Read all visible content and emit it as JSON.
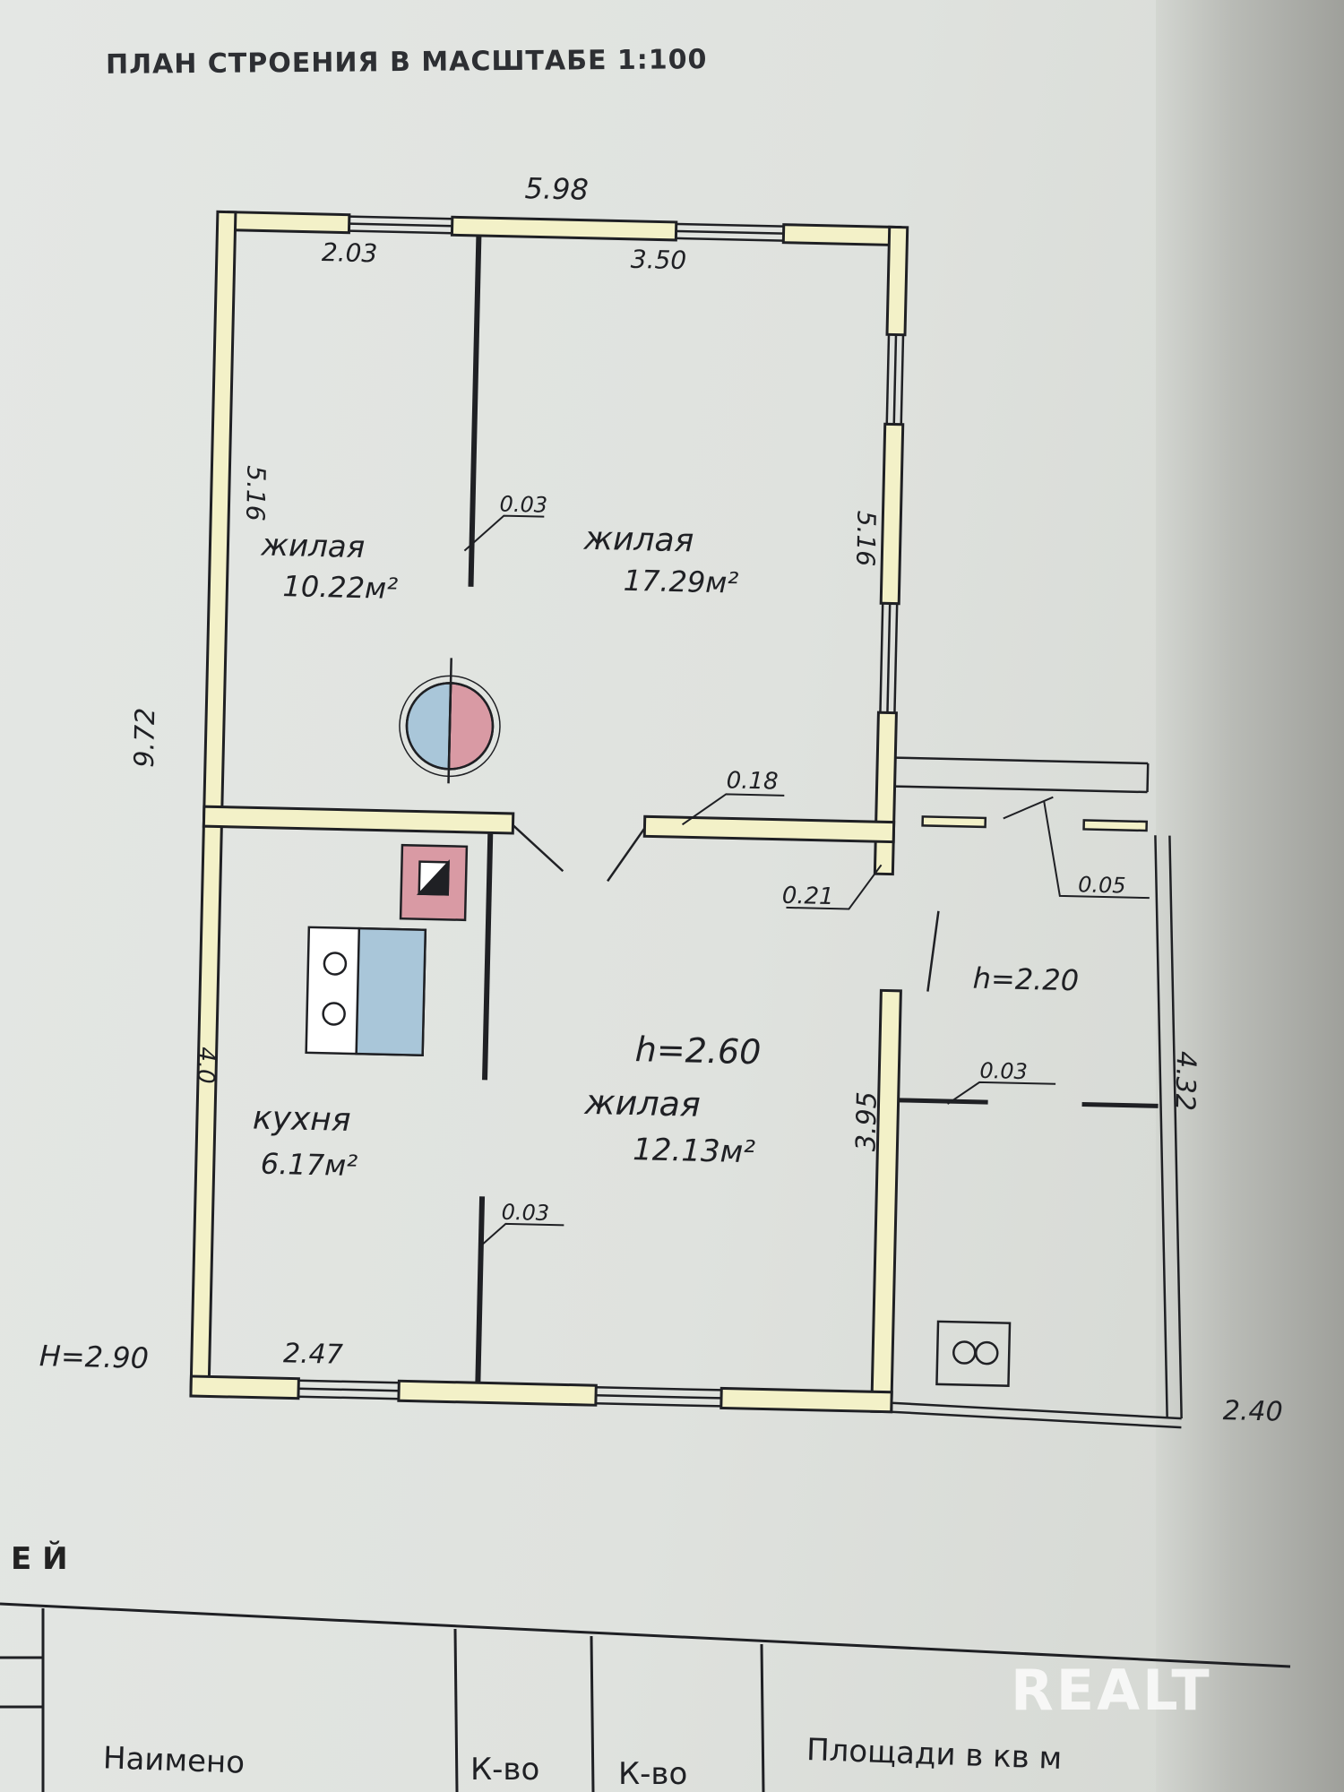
{
  "title": "ПЛАН СТРОЕНИЯ В МАСШТАБЕ 1:100",
  "dimensions": {
    "top_total": "5.98",
    "top_left": "2.03",
    "top_right": "3.50",
    "left_upper": "5.16",
    "right_upper": "5.16",
    "left_total": "9.72",
    "left_lower": "4.0",
    "bottom_left": "2.47",
    "height_main": "H=2.90",
    "partition_1": "0.03",
    "wall_018": "0.18",
    "wall_021": "0.21",
    "porch_wall": "0.05",
    "porch_partition": "0.03",
    "kitchen_partition": "0.03",
    "porch_height": "h=2.20",
    "porch_side": "4.32",
    "porch_width": "2.40",
    "inner_wall": "3.95",
    "room_height": "h=2.60"
  },
  "rooms": {
    "room1": {
      "name": "жилая",
      "area": "10.22м²"
    },
    "room2": {
      "name": "жилая",
      "area": "17.29м²"
    },
    "room3": {
      "name": "жилая",
      "area": "12.13м²"
    },
    "kitchen": {
      "name": "кухня",
      "area": "6.17м²"
    }
  },
  "table": {
    "partial_heading": "Е Й",
    "col_name": "Наимено",
    "col_qty1": "К-во",
    "col_qty2": "К-во",
    "col_area": "Площади в кв м"
  },
  "watermark": "REALT",
  "colors": {
    "wall_fill": "#f3f1c8",
    "ink": "#1f2024",
    "stove_blue": "#a9c6d9",
    "stove_red": "#d99aa4"
  }
}
